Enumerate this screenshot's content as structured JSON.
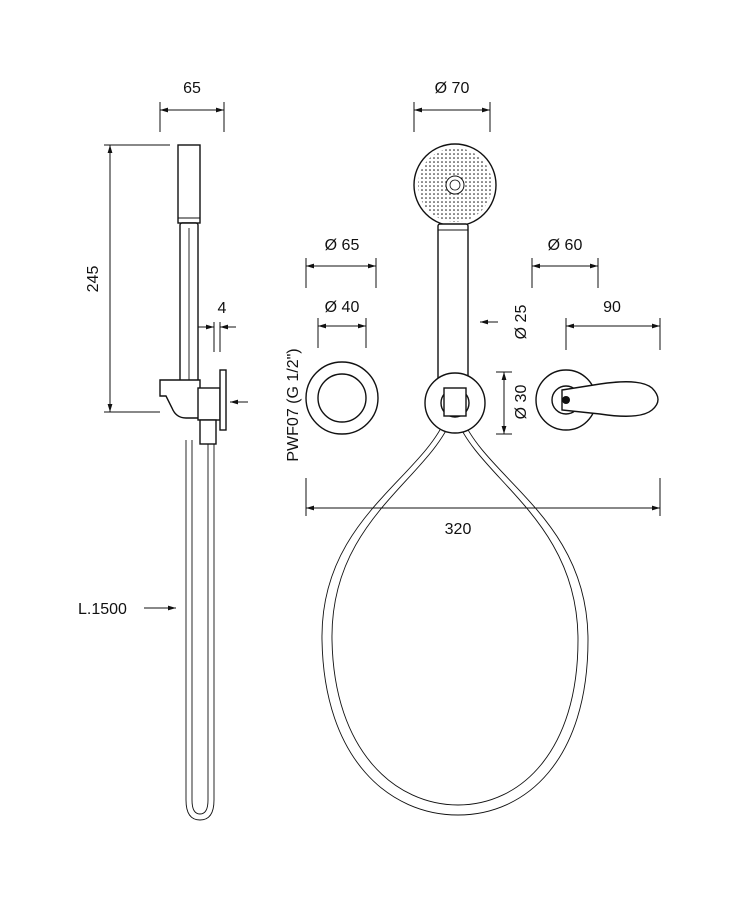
{
  "dimensions": {
    "side_width": "65",
    "side_height": "245",
    "flange_depth": "4",
    "hose_length": "L.1500",
    "head_diameter": "Ø 70",
    "flange_outer": "Ø 65",
    "flange_inner": "Ø 40",
    "handle_rosette": "Ø 60",
    "handle_length": "90",
    "handle_diameter": "Ø 25",
    "outlet_diameter": "Ø 30",
    "overall_width": "320",
    "connection": "PWF07 (G 1/2\")"
  },
  "colors": {
    "line": "#111111",
    "background": "#ffffff"
  }
}
